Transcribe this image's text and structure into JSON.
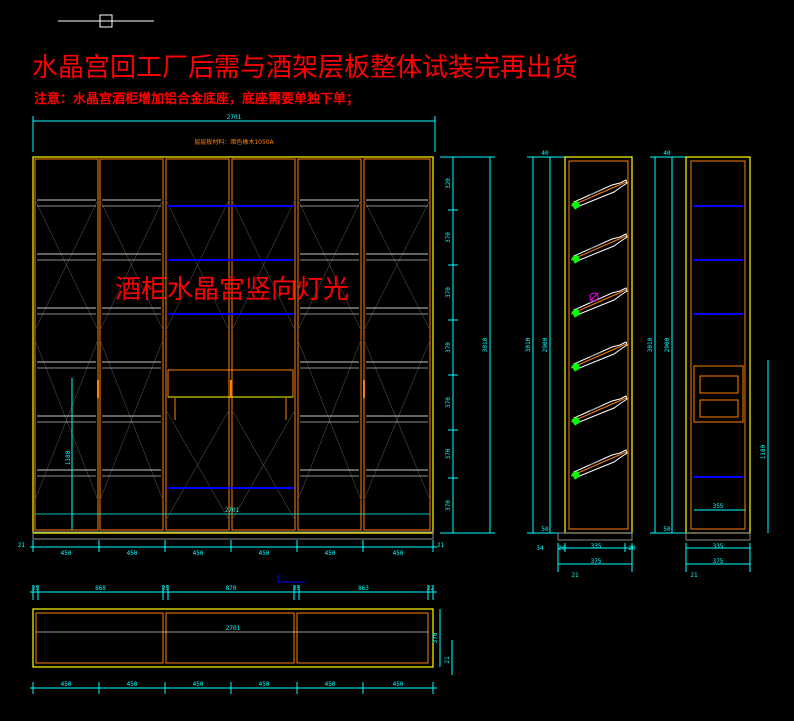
{
  "notes": {
    "title": "水晶宫回工厂后需与酒架层板整体试装完再出货",
    "subtitle": "注意：水晶宫酒柜增加铝合金底座，底座需要单独下单；",
    "center_label": "酒柜水晶宫竖向灯光",
    "material_note": "层层板材料：暗色橡木1050A"
  },
  "front_elevation": {
    "overall_width": "2701",
    "inner_width": "2701",
    "overall_height": "3010",
    "left_base": "21",
    "right_base": "21",
    "bottom_door_widths": [
      "450",
      "450",
      "450",
      "450",
      "450",
      "450"
    ],
    "right_spacings": [
      "320",
      "370",
      "370",
      "370",
      "370",
      "370",
      "370"
    ],
    "lower_dim": "1180"
  },
  "side_section_a": {
    "height_outer": "3010",
    "height_inner": "2900",
    "top_dim": "40",
    "bottom_dim": "50",
    "left_foot": "20",
    "right_foot": "20",
    "base_offset": "34",
    "inner_depth": "335",
    "total_depth": "375",
    "rail": "21"
  },
  "side_section_b": {
    "height_outer": "3010",
    "height_inner": "2900",
    "top_dim": "40",
    "bottom_dim": "50",
    "inner_width": "355",
    "inner_depth": "335",
    "total_depth": "375",
    "rail": "21",
    "drawer_height": "1180"
  },
  "plan_view": {
    "top_dims": [
      "25",
      "868",
      "25",
      "870",
      "25",
      "863",
      "22"
    ],
    "overall": "2701",
    "depth": "370",
    "rail": "21",
    "bottom_dims": [
      "450",
      "450",
      "450",
      "450",
      "450",
      "450"
    ]
  },
  "colors": {
    "background": "#000000",
    "red": "#ff0000",
    "orange": "#ff7f00",
    "yellow": "#ffff00",
    "cyan": "#00ffff",
    "blue": "#0000ff",
    "white": "#ffffff",
    "gray": "#8c8c8c",
    "green": "#00ff00",
    "magenta": "#ff00ff"
  }
}
